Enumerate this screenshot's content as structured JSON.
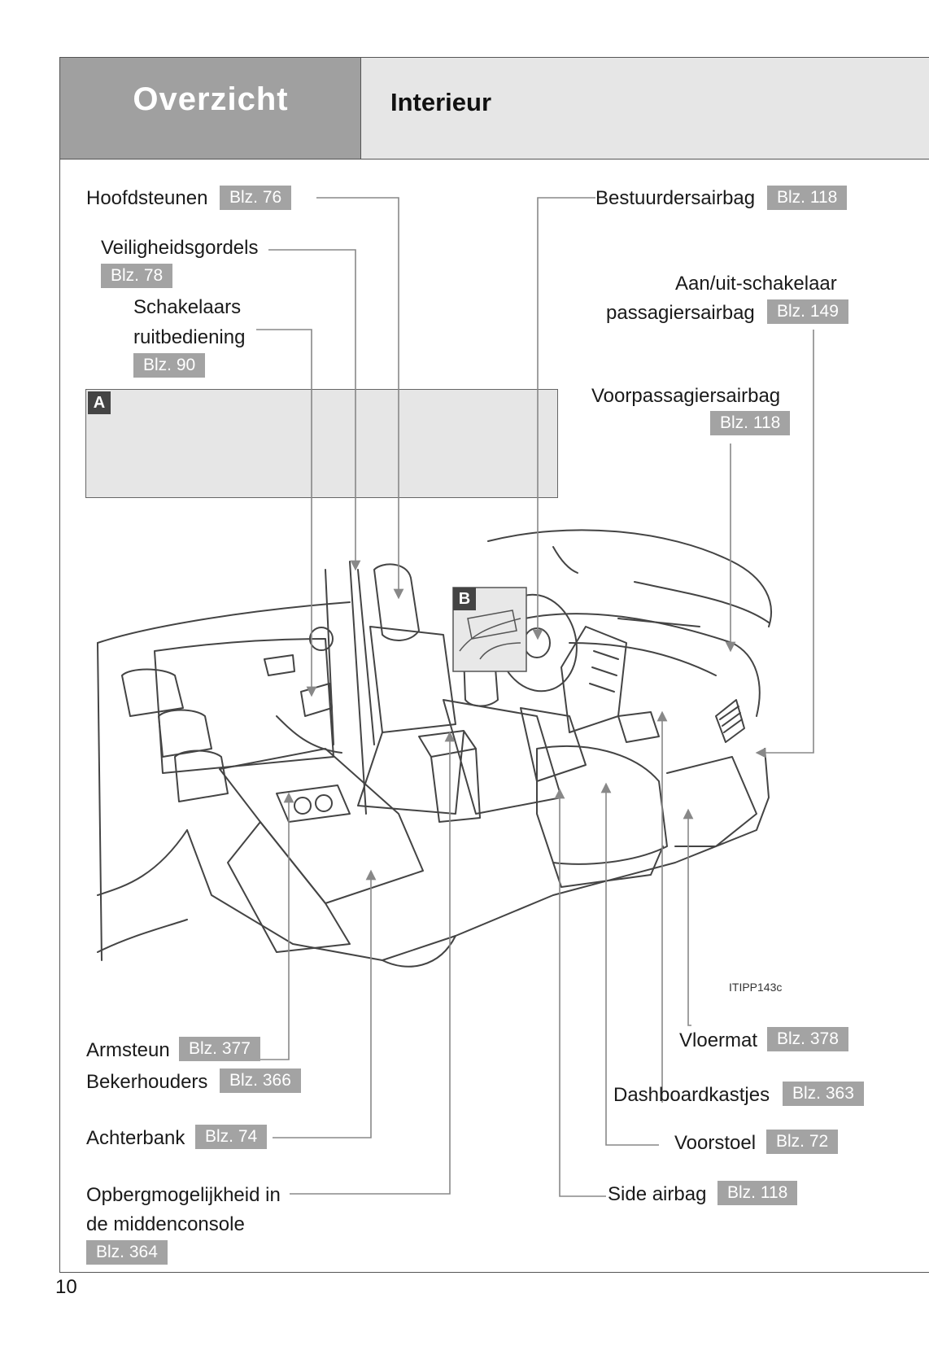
{
  "header": {
    "section": "Overzicht",
    "title": "Interieur"
  },
  "inset_a": {
    "tag": "A"
  },
  "inset_b": {
    "tag": "B"
  },
  "image_code": "ITIPP143c",
  "page_number": "10",
  "callouts": {
    "headrests": {
      "label": "Hoofdsteunen",
      "ref": "Blz. 76"
    },
    "seatbelts": {
      "label": "Veiligheidsgordels",
      "ref": "Blz. 78"
    },
    "window_switches": {
      "label_line1": "Schakelaars",
      "label_line2": "ruitbediening",
      "ref": "Blz. 90"
    },
    "driver_airbag": {
      "label": "Bestuurdersairbag",
      "ref": "Blz. 118"
    },
    "passenger_airbag_switch": {
      "label_line1": "Aan/uit-schakelaar",
      "label_line2": "passagiersairbag",
      "ref": "Blz. 149"
    },
    "front_passenger_airbag": {
      "label": "Voorpassagiersairbag",
      "ref": "Blz. 118"
    },
    "armrest": {
      "label": "Armsteun",
      "ref": "Blz. 377"
    },
    "cup_holders": {
      "label": "Bekerhouders",
      "ref": "Blz. 366"
    },
    "rear_seat": {
      "label": "Achterbank",
      "ref": "Blz. 74"
    },
    "console_storage": {
      "label_line1": "Opbergmogelijkheid in",
      "label_line2": "de middenconsole",
      "ref": "Blz. 364"
    },
    "floor_mat": {
      "label": "Vloermat",
      "ref": "Blz. 378"
    },
    "glove_boxes": {
      "label": "Dashboardkastjes",
      "ref": "Blz. 363"
    },
    "front_seat": {
      "label": "Voorstoel",
      "ref": "Blz. 72"
    },
    "side_airbag": {
      "label": "Side airbag",
      "ref": "Blz. 118"
    }
  }
}
